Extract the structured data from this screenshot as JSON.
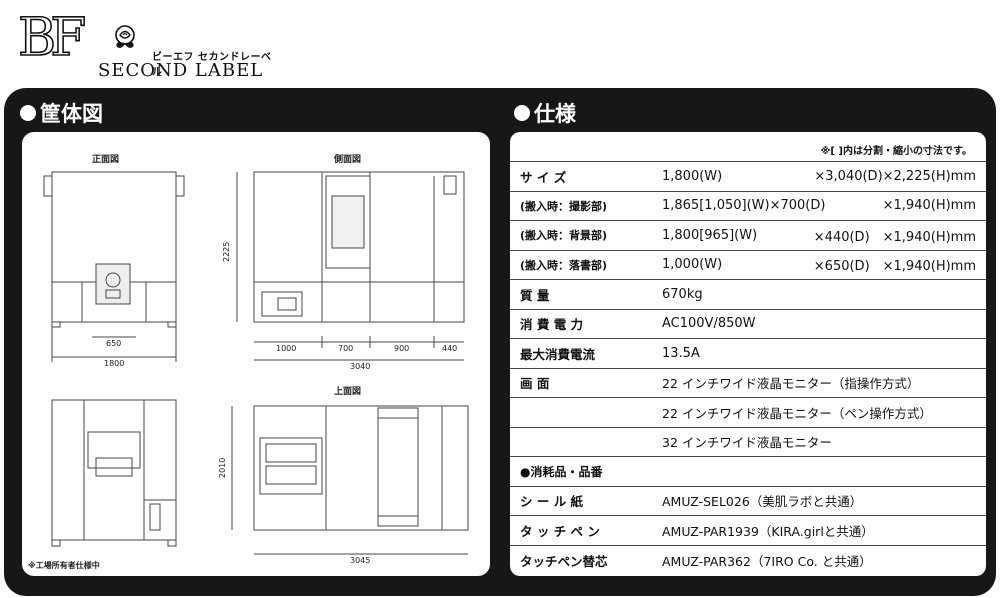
{
  "logo": {
    "brand": "BF",
    "kana": "ビーエフ セカンドレーベル",
    "subtitle": "SECOND LABEL"
  },
  "sections": {
    "left_title": "筐体図",
    "right_title": "仕様"
  },
  "drawings": {
    "front": "正面図",
    "side": "側面図",
    "top": "上面図",
    "dims": {
      "front_inner": "650",
      "front_total": "1800",
      "side_height": "2225",
      "side_seg1": "1000",
      "side_seg2": "700",
      "side_seg3": "900",
      "side_seg4": "440",
      "side_total": "3040",
      "top_height": "2010",
      "top_total": "3045"
    },
    "footnote": "※工場所有者仕様中"
  },
  "spec": {
    "note": "※[ ]内は分割・縮小の寸法です。",
    "rows": [
      {
        "label": "サ イ ズ",
        "v1": "1,800(W)",
        "v2": "×3,040(D)×2,225(H)mm"
      },
      {
        "label": "(搬入時：撮影部)",
        "v1": "1,865[1,050](W)×700(D)",
        "v2": "×1,940(H)mm"
      },
      {
        "label": "(搬入時：背景部)",
        "v1": "1,800[965](W)",
        "v2": "×440(D)　×1,940(H)mm"
      },
      {
        "label": "(搬入時：落書部)",
        "v1": "1,000(W)",
        "v2": "×650(D)　×1,940(H)mm"
      },
      {
        "label": "質 量",
        "v1": "670kg",
        "v2": ""
      },
      {
        "label": "消 費 電 力",
        "v1": "AC100V/850W",
        "v2": ""
      },
      {
        "label": "最大消費電流",
        "v1": "13.5A",
        "v2": ""
      },
      {
        "label": "画 面",
        "v1": "22 インチワイド液晶モニター（指操作方式）",
        "v2": ""
      },
      {
        "label": "",
        "v1": "22 インチワイド液晶モニター（ペン操作方式）",
        "v2": ""
      },
      {
        "label": "",
        "v1": "32 インチワイド液晶モニター",
        "v2": ""
      }
    ],
    "consumables_heading": "●消耗品・品番",
    "consumables": [
      {
        "label": "シ ー ル 紙",
        "value": "AMUZ-SEL026（美肌ラボと共通）"
      },
      {
        "label": "タ ッ チ ペ ン",
        "value": "AMUZ-PAR1939（KIRA.girlと共通）"
      },
      {
        "label": "タッチペン替芯",
        "value": "AMUZ-PAR362（7IRO Co. と共通）"
      }
    ]
  }
}
